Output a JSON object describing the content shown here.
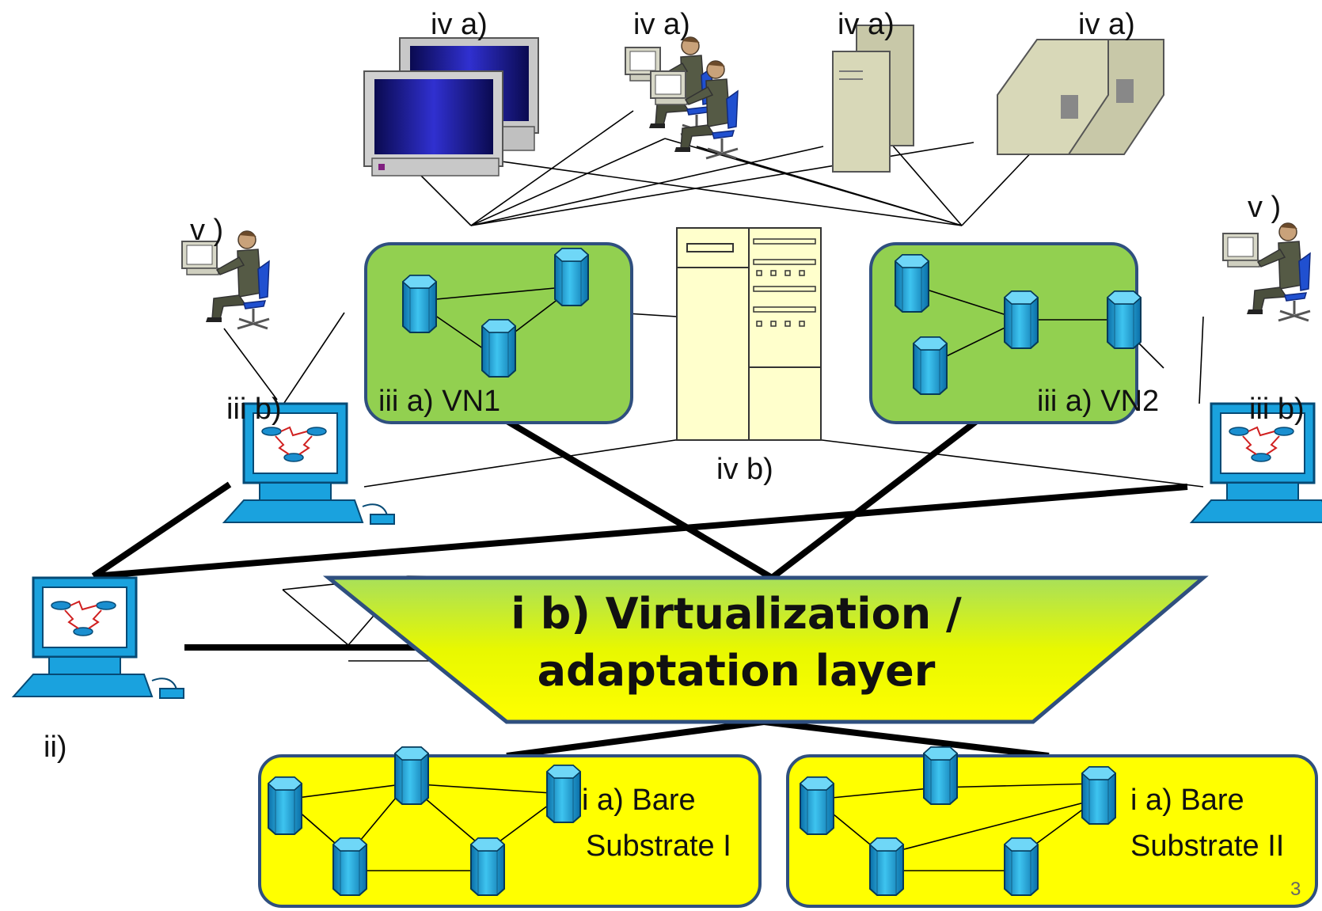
{
  "labels": {
    "iv_a": "iv a)",
    "iv_b": "iv b)",
    "v": "v )",
    "iii_b": "iii b)",
    "iii_a_vn1": "iii a) VN1",
    "iii_a_vn2": "iii a) VN2",
    "ii": "ii)",
    "layer_line1": "i b) Virtualization /",
    "layer_line2": "adaptation layer",
    "substrate1_line1": "i a) Bare",
    "substrate1_line2": "Substrate I",
    "substrate2_line1": "i a) Bare",
    "substrate2_line2": "Substrate II",
    "page_number": "3"
  },
  "colors": {
    "vn_fill": "#92d050",
    "box_border": "#2f4f7f",
    "substrate_fill": "#ffff00",
    "layer_fill_top": "#a8e05a",
    "layer_fill_bottom": "#ffff00",
    "router_blue": "#1a9fd8",
    "server_cream": "#ffffcc"
  },
  "icons": {
    "top_row": [
      "workstation-icon",
      "user-at-desk-icon",
      "tower-server-icon",
      "telephone-icon"
    ],
    "routers": "router-icon",
    "management_terminal": "management-terminal-icon"
  }
}
